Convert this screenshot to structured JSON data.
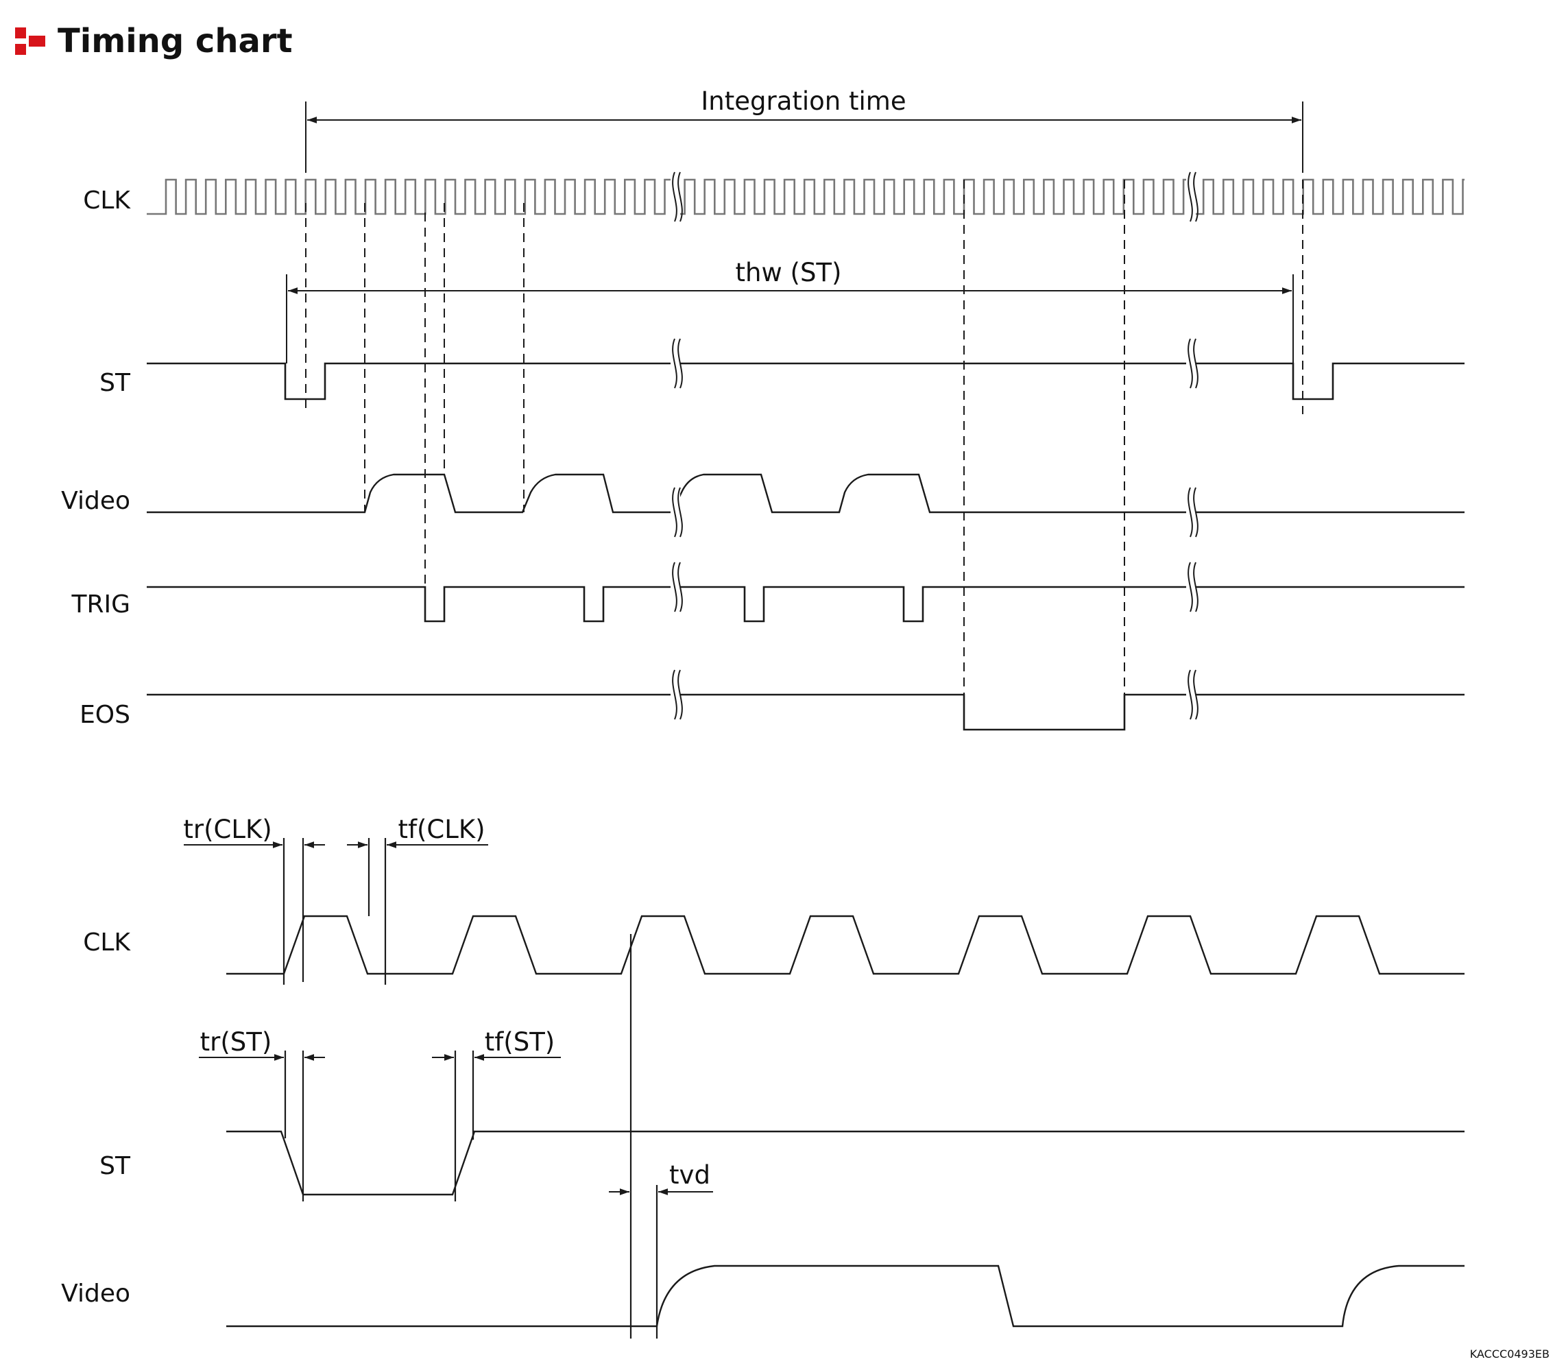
{
  "header": {
    "title": "Timing chart",
    "icon": "section-marker-icon",
    "icon_color": "#d7141a"
  },
  "overview": {
    "integration_time_label": "Integration time",
    "thw_label": "thw (ST)",
    "signals": [
      "CLK",
      "ST",
      "Video",
      "TRIG",
      "EOS"
    ]
  },
  "detail": {
    "signals": [
      "CLK",
      "ST",
      "Video"
    ],
    "tr_clk_label": "tr(CLK)",
    "tf_clk_label": "tf(CLK)",
    "tr_st_label": "tr(ST)",
    "tf_st_label": "tf(ST)",
    "tvd_label": "tvd"
  },
  "figure_code": "KACCC0493EB"
}
